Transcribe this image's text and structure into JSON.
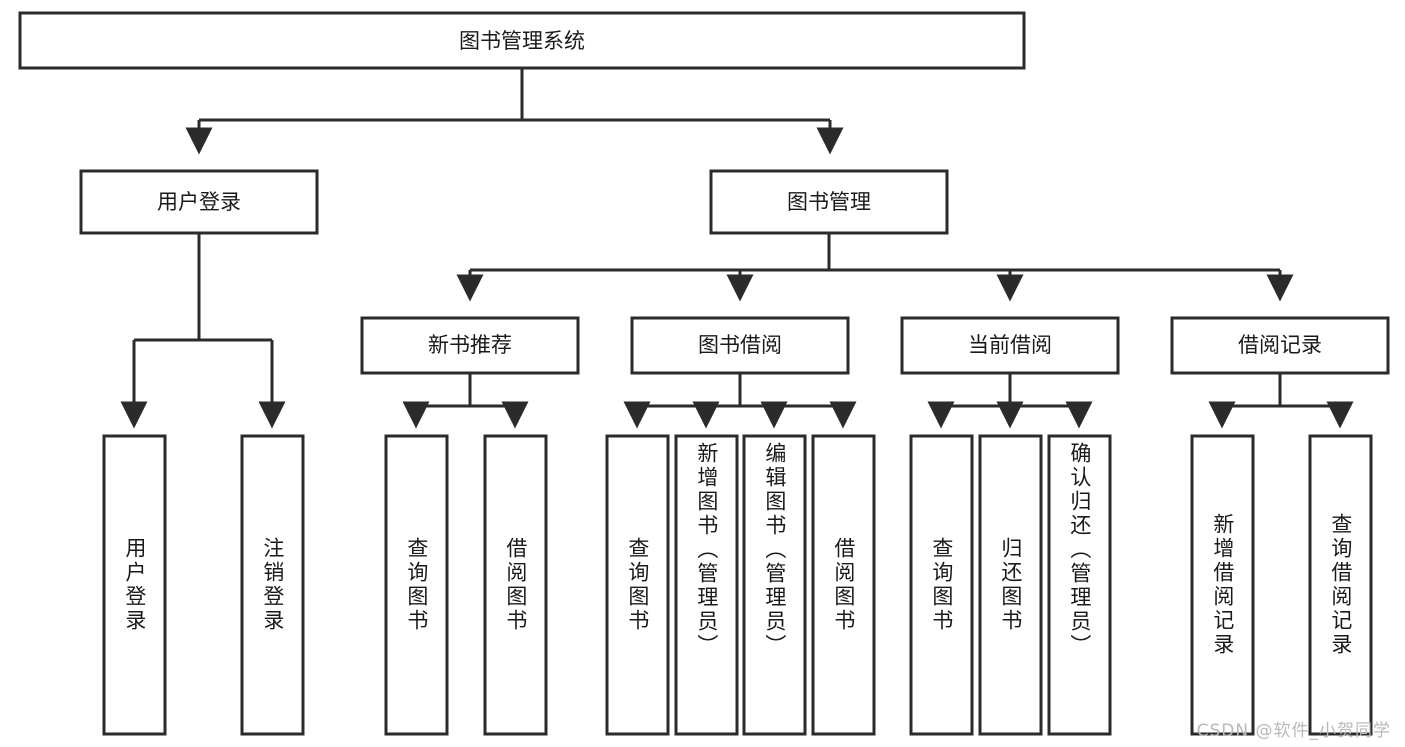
{
  "diagram": {
    "title": "图书管理系统",
    "type": "tree-hierarchy-diagram",
    "colors": {
      "box_fill": "#ffffff",
      "box_stroke": "#2b2b2b",
      "text": "#1a1a1a",
      "background": "#ffffff",
      "watermark": "#b9b9b9"
    },
    "root": {
      "label": "图书管理系统"
    },
    "level2": [
      {
        "label": "用户登录"
      },
      {
        "label": "图书管理"
      }
    ],
    "level3": [
      {
        "label": "新书推荐"
      },
      {
        "label": "图书借阅"
      },
      {
        "label": "当前借阅"
      },
      {
        "label": "借阅记录"
      }
    ],
    "leaves": [
      {
        "label": "用户登录",
        "parent": "用户登录"
      },
      {
        "label": "注销登录",
        "parent": "用户登录"
      },
      {
        "label": "查询图书",
        "parent": "新书推荐"
      },
      {
        "label": "借阅图书",
        "parent": "新书推荐"
      },
      {
        "label": "查询图书",
        "parent": "图书借阅"
      },
      {
        "label": "新增图书（管理员）",
        "parent": "图书借阅"
      },
      {
        "label": "编辑图书（管理员）",
        "parent": "图书借阅"
      },
      {
        "label": "借阅图书",
        "parent": "图书借阅"
      },
      {
        "label": "查询图书",
        "parent": "当前借阅"
      },
      {
        "label": "归还图书",
        "parent": "当前借阅"
      },
      {
        "label": "确认归还（管理员）",
        "parent": "当前借阅"
      },
      {
        "label": "新增借阅记录",
        "parent": "借阅记录"
      },
      {
        "label": "查询借阅记录",
        "parent": "借阅记录"
      }
    ]
  },
  "watermark": {
    "text": "CSDN @软件_小贺同学"
  }
}
